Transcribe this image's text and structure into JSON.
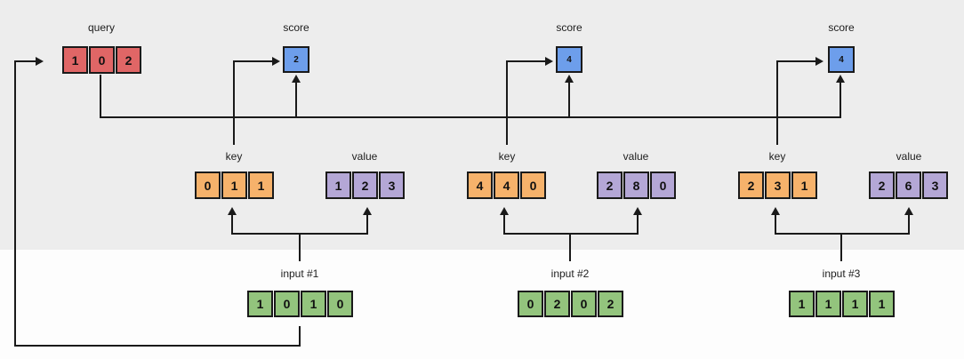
{
  "colors": {
    "query": "#e06666",
    "key": "#f6b26b",
    "value": "#b4a7d6",
    "input": "#93c47d",
    "score": "#6d9eeb",
    "line": "#1a1a1a",
    "band": "#ededed",
    "page": "#fdfdfd"
  },
  "query": {
    "label": "query",
    "cells": [
      "1",
      "0",
      "2"
    ]
  },
  "groups": [
    {
      "score": {
        "label": "score",
        "value": "2"
      },
      "key": {
        "label": "key",
        "cells": [
          "0",
          "1",
          "1"
        ]
      },
      "value": {
        "label": "value",
        "cells": [
          "1",
          "2",
          "3"
        ]
      },
      "input": {
        "label": "input #1",
        "cells": [
          "1",
          "0",
          "1",
          "0"
        ]
      }
    },
    {
      "score": {
        "label": "score",
        "value": "4"
      },
      "key": {
        "label": "key",
        "cells": [
          "4",
          "4",
          "0"
        ]
      },
      "value": {
        "label": "value",
        "cells": [
          "2",
          "8",
          "0"
        ]
      },
      "input": {
        "label": "input #2",
        "cells": [
          "0",
          "2",
          "0",
          "2"
        ]
      }
    },
    {
      "score": {
        "label": "score",
        "value": "4"
      },
      "key": {
        "label": "key",
        "cells": [
          "2",
          "3",
          "1"
        ]
      },
      "value": {
        "label": "value",
        "cells": [
          "2",
          "6",
          "3"
        ]
      },
      "input": {
        "label": "input #3",
        "cells": [
          "1",
          "1",
          "1",
          "1"
        ]
      }
    }
  ]
}
